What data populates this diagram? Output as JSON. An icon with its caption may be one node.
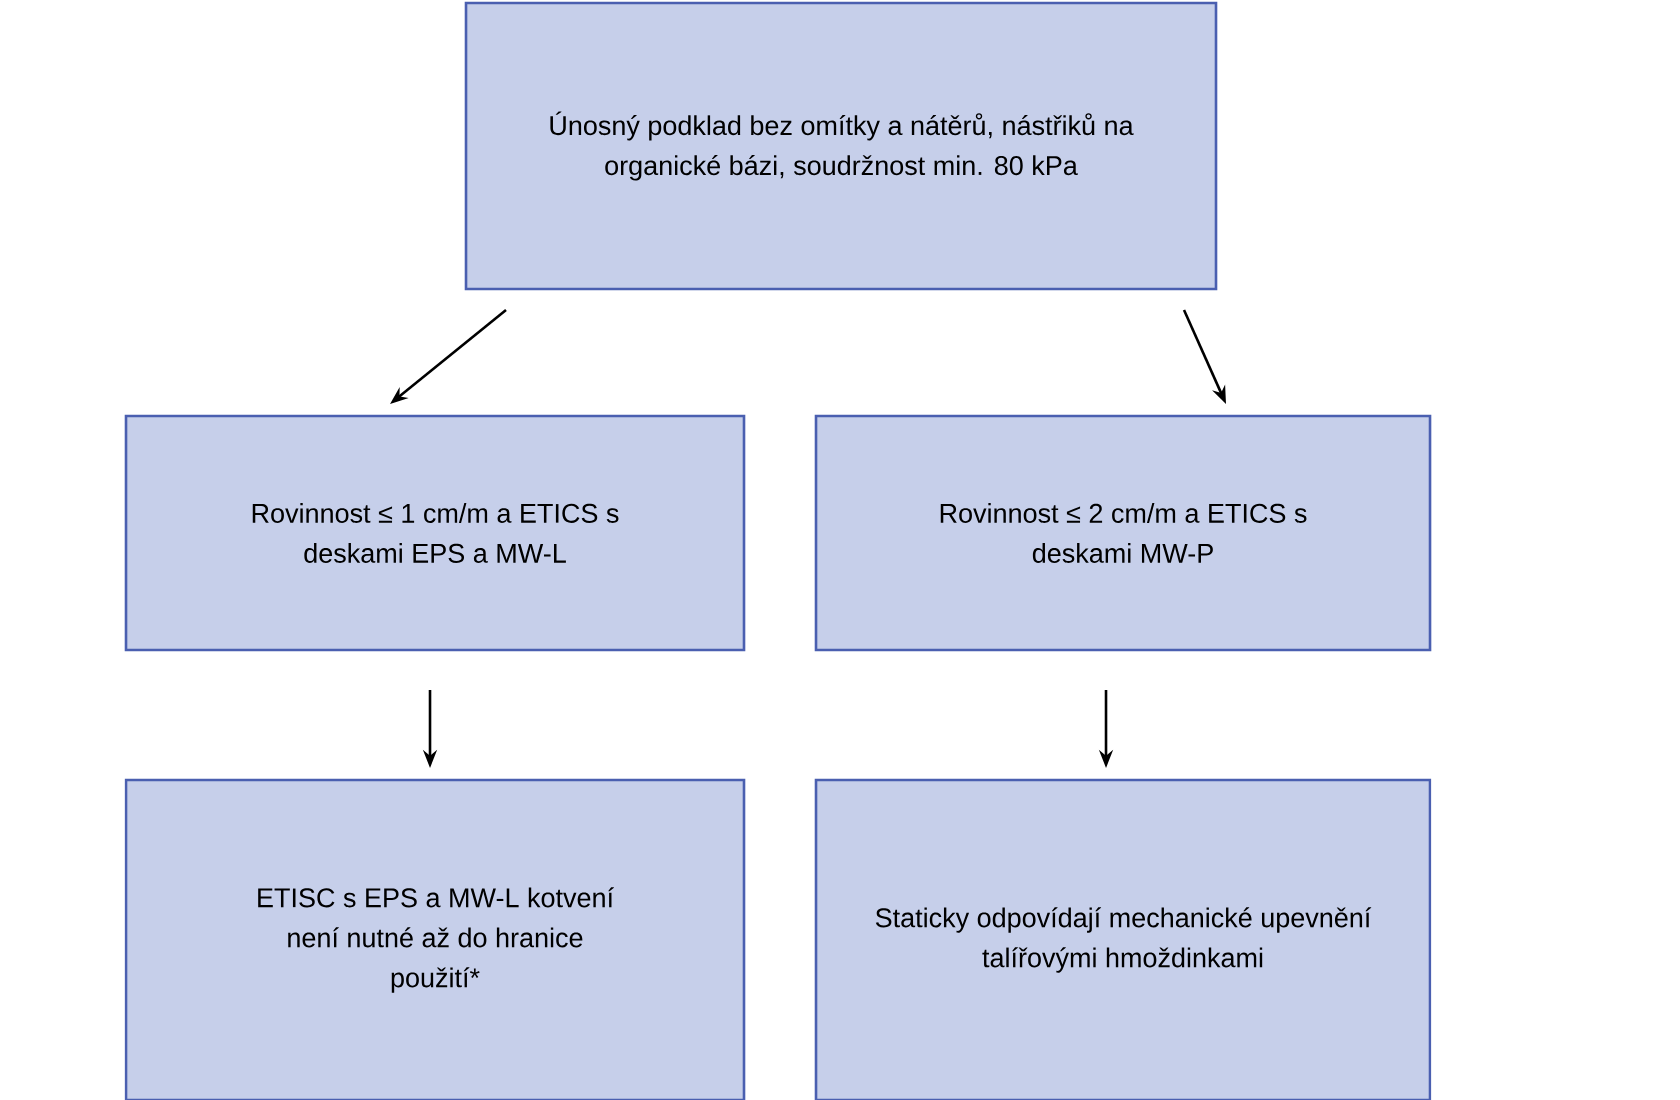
{
  "diagram": {
    "nodes": [
      {
        "text": [
          "Únosný podklad bez omítky a nátěrů, nástřiků na organické bázi, soudržnost min. 80 kPa"
        ]
      },
      {
        "text": [
          "Rovinnost ≤ 1 cm/m a ETICS s deskami EPS a MW-L"
        ]
      },
      {
        "text": [
          "Rovinnost ≤ 2 cm/m a ETICS s deskami MW-P"
        ]
      },
      {
        "text": [
          "ETISC s EPS a MW-L kotvení není nutné až do hranice použití*"
        ]
      },
      {
        "text": [
          "Staticky odpovídají mechanické upevnění talířovými hmoždinkami"
        ]
      }
    ],
    "edges": [
      {
        "from": 0,
        "to": 1,
        "arrow": "to"
      },
      {
        "from": 0,
        "to": 2,
        "arrow": "to"
      },
      {
        "from": 1,
        "to": 3,
        "arrow": "to"
      },
      {
        "from": 2,
        "to": 4,
        "arrow": "to"
      }
    ]
  }
}
